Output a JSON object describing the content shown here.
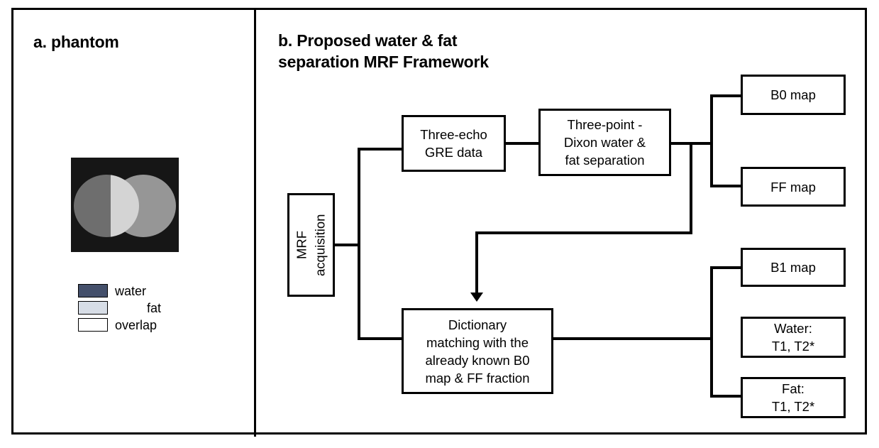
{
  "figure": {
    "panel_a": {
      "title": "a. phantom",
      "phantom": {
        "background_color": "#161616",
        "water_circle_color": "#6e6e6e",
        "fat_circle_color": "#969696",
        "overlap_color": "#d4d4d4"
      },
      "legend": [
        {
          "label": "water",
          "swatch_color": "#44506b",
          "align": "left"
        },
        {
          "label": "fat",
          "swatch_color": "#d7dde6",
          "align": "center"
        },
        {
          "label": "overlap",
          "swatch_color": "#ffffff",
          "align": "left"
        }
      ]
    },
    "panel_b": {
      "title": "b. Proposed water & fat\nseparation MRF Framework",
      "nodes": {
        "mrf_acquisition": "MRF\nacquisition",
        "three_echo_gre": "Three-echo\nGRE data",
        "three_point_dixon": "Three-point -\nDixon water &\nfat separation",
        "b0_map": "B0 map",
        "ff_map": "FF map",
        "dictionary_matching": "Dictionary\nmatching with the\nalready known B0\nmap & FF fraction",
        "b1_map": "B1 map",
        "water_params": "Water:\nT1, T2*",
        "fat_params": "Fat:\nT1, T2*"
      }
    }
  },
  "style": {
    "stroke_color": "#000000",
    "background_color": "#ffffff"
  }
}
